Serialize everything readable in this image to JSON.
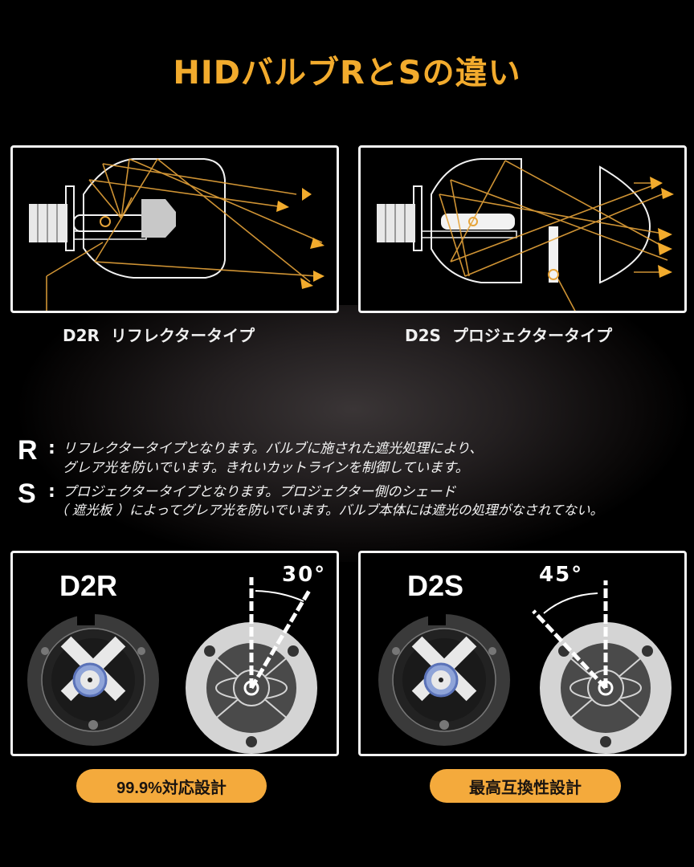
{
  "title": "HIDバルブRとSの違い",
  "colors": {
    "accent": "#f2ab2d",
    "badge_bg": "#f4aa3c",
    "panel_border": "#f4f4f4",
    "ray": "#e6a43a",
    "background": "#000000"
  },
  "diagrams": [
    {
      "code": "D2R",
      "type_label": "リフレクタータイプ"
    },
    {
      "code": "D2S",
      "type_label": "プロジェクタータイプ"
    }
  ],
  "descriptions": [
    {
      "letter": "R",
      "colon": ":",
      "lines": [
        "リフレクタータイプとなります。バルブに施された遮光処理により、",
        "グレア光を防いでいます。きれいカットラインを制御しています。"
      ]
    },
    {
      "letter": "S",
      "colon": ":",
      "lines": [
        "プロジェクタータイプとなります。プロジェクター側のシェード",
        "（ 遮光板 ）によってグレア光を防いでいます。バルブ本体には遮光の処理がなされてない。"
      ]
    }
  ],
  "bulb_panels": [
    {
      "label": "D2R",
      "angle": "30°",
      "badge": "99.9%対応設計"
    },
    {
      "label": "D2S",
      "angle": "45°",
      "badge": "最高互換性設計"
    }
  ]
}
